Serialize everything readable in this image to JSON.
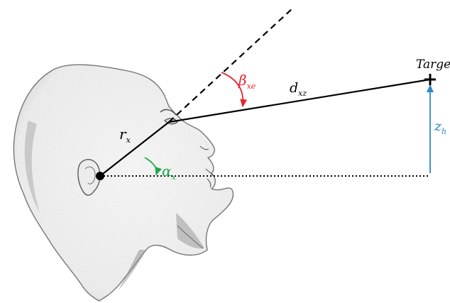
{
  "labels": {
    "target": "Target",
    "beta": {
      "main": "β",
      "sub": "xe"
    },
    "d": {
      "main": "d",
      "sub": "xz"
    },
    "r": {
      "main": "r",
      "sub": "x"
    },
    "alpha": {
      "main": "α",
      "sub": "x"
    },
    "z": {
      "main": "z",
      "sub": "h"
    }
  },
  "colors": {
    "ink": "#000000",
    "beta": "#e8262c",
    "alpha": "#1fa84a",
    "z": "#2f86c9",
    "head_shading": "#8a8a8a"
  }
}
